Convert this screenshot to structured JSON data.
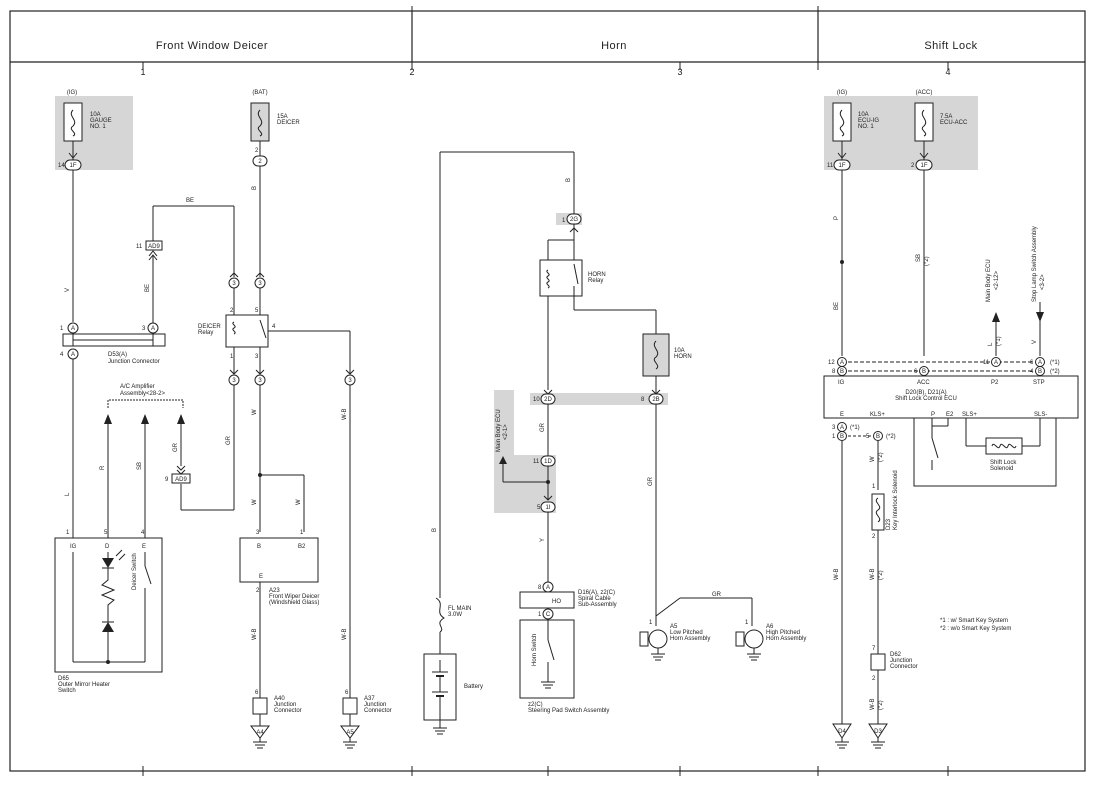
{
  "sections": [
    {
      "title": "Front Window Deicer"
    },
    {
      "title": "Horn"
    },
    {
      "title": "Shift Lock"
    }
  ],
  "columns": [
    "1",
    "2",
    "3",
    "4"
  ],
  "fuses": [
    {
      "source": "(IG)",
      "rating": "10A",
      "name1": "GAUGE",
      "name2": "NO. 1",
      "pin": "14",
      "conn": "1F"
    },
    {
      "source": "(BAT)",
      "rating": "15A",
      "name1": "DEICER",
      "name2": "",
      "pin": "2",
      "conn": "2"
    },
    {
      "source": "",
      "rating": "10A",
      "name1": "HORN",
      "name2": "",
      "pin": "8",
      "conn": "2B"
    },
    {
      "source": "(IG)",
      "rating": "10A",
      "name1": "ECU-IG",
      "name2": "NO. 1",
      "pin": "11",
      "conn": "1F"
    },
    {
      "source": "(ACC)",
      "rating": "7.5A",
      "name1": "ECU-ACC",
      "name2": "",
      "pin": "2",
      "conn": "1F"
    }
  ],
  "wires": {
    "v": "V",
    "be": "BE",
    "b": "B",
    "l": "L",
    "r": "R",
    "sb": "SB",
    "gr": "GR",
    "w": "W",
    "wb": "W-B",
    "y": "Y",
    "p": "P"
  },
  "components": {
    "d53_label": "D53(A)",
    "d53_name": "Junction Connector",
    "ac_amp": "A/C Amplifier",
    "ac_amp2": "Assembly<28-2>",
    "ad9": "AD9",
    "deicer_relay": "DEICER",
    "deicer_relay2": "Relay",
    "d65_name": "D65",
    "d65_name2": "Outer Mirror Heater",
    "d65_name3": "Switch",
    "deicer_switch": "Deicer Switch",
    "a23_name": "A23",
    "a23_name2": "Front Wiper Deicer",
    "a23_name3": "(Windshield Glass)",
    "a40_name": "A40",
    "a40_name2": "Junction",
    "a40_name3": "Connector",
    "a37_name": "A37",
    "a37_name2": "Junction",
    "a37_name3": "Connector",
    "gnd_a4": "A4",
    "gnd_a5": "A5",
    "fl_main": "FL MAIN",
    "fl_main2": "3.0W",
    "battery": "Battery",
    "horn_relay": "HORN",
    "horn_relay2": "Relay",
    "main_body_ecu": "Main Body ECU",
    "main_body_ecu2": "<2-1>",
    "d16": "D16(A), z2(C)",
    "d16_2": "Spiral Cable",
    "d16_3": "Sub-Assembly",
    "ho": "HO",
    "horn_switch": "Horn Switch",
    "z2": "z2(C)",
    "z2_name": "Steering Pad Switch Assembly",
    "a5": "A5",
    "a5_2": "Low Pitched",
    "a5_3": "Horn Assembly",
    "a6": "A6",
    "a6_2": "High Pitched",
    "a6_3": "Horn Assembly",
    "mbe": "Main Body ECU",
    "mbe2": "<2-12>",
    "stop_lamp": "Stop Lamp Switch Assembly",
    "stop_lamp2": "<3-2>",
    "d20": "D20(B), D21(A)",
    "d20_2": "Shift Lock Control ECU",
    "pin_ig": "IG",
    "pin_acc": "ACC",
    "pin_p2": "P2",
    "pin_stp": "STP",
    "pin_e": "E",
    "pin_kls": "KLS+",
    "pin_p": "P",
    "pin_e2": "E2",
    "pin_sls": "SLS+",
    "pin_slsm": "SLS-",
    "shift_sol": "Shift Lock",
    "shift_sol2": "Solenoid",
    "d23": "D23",
    "d23_2": "Key Interlock Solenoid",
    "d62": "D62",
    "d62_2": "Junction",
    "d62_3": "Connector",
    "gnd_d4": "D4",
    "gnd_d3": "D3",
    "note1": "*1 : w/ Smart Key System",
    "note2": "*2 : w/o Smart Key System",
    "s1": "(*1)",
    "s2": "(*2)"
  }
}
